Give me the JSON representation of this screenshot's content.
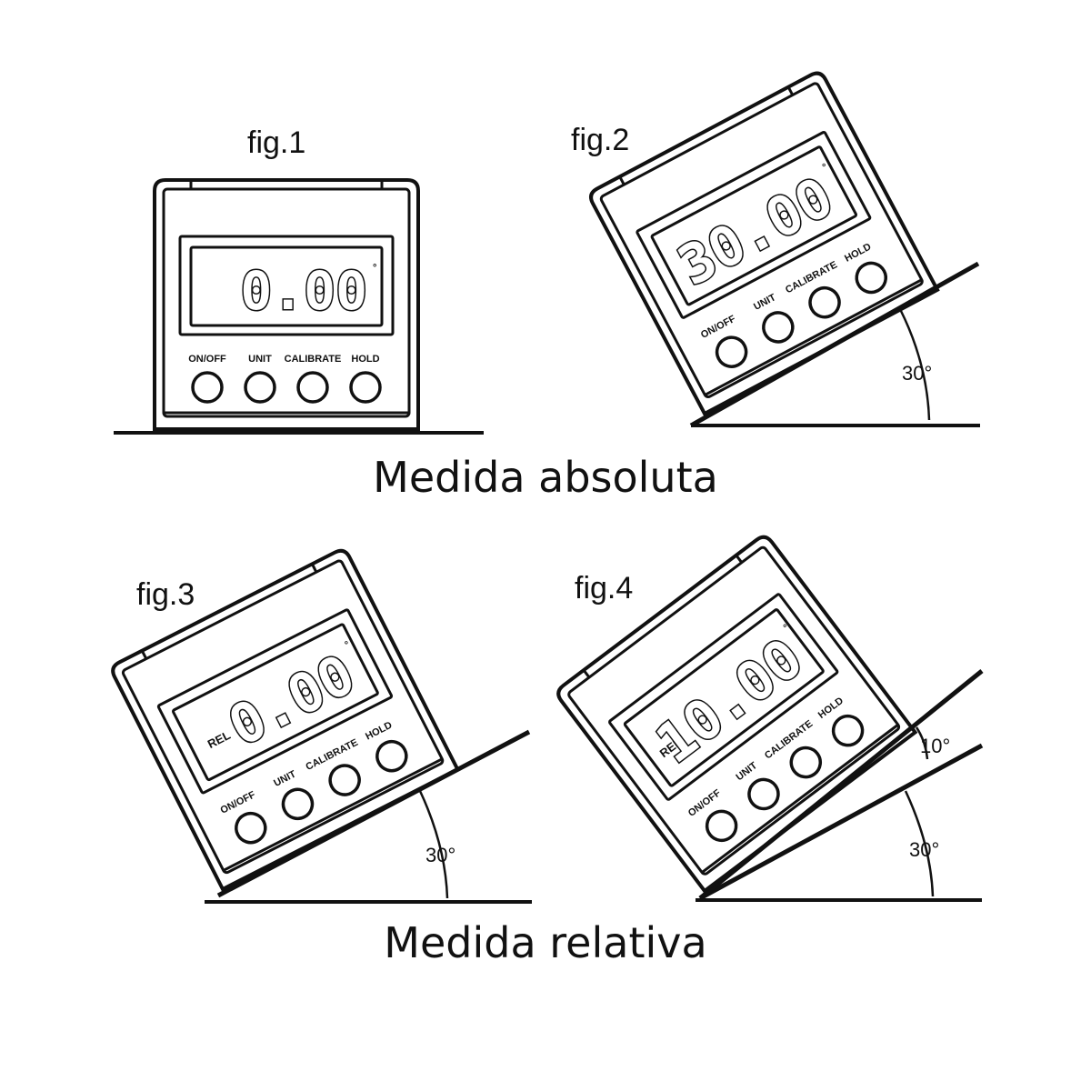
{
  "figures": {
    "fig1": {
      "label": "fig.1",
      "reading": "0.00",
      "degree_mark": "°",
      "rel": ""
    },
    "fig2": {
      "label": "fig.2",
      "reading": "30.00",
      "degree_mark": "°",
      "rel": "",
      "angle": "30°"
    },
    "fig3": {
      "label": "fig.3",
      "reading": "0.00",
      "degree_mark": "°",
      "rel": "REL",
      "angle": "30°"
    },
    "fig4": {
      "label": "fig.4",
      "reading": "10.00",
      "degree_mark": "°",
      "rel": "REL",
      "angle_top": "10°",
      "angle_bottom": "30°"
    }
  },
  "buttons": {
    "onoff": "ON/OFF",
    "unit": "UNIT",
    "calibrate": "CALIBRATE",
    "hold": "HOLD"
  },
  "captions": {
    "absolute": "Medida absoluta",
    "relative": "Medida relativa"
  }
}
